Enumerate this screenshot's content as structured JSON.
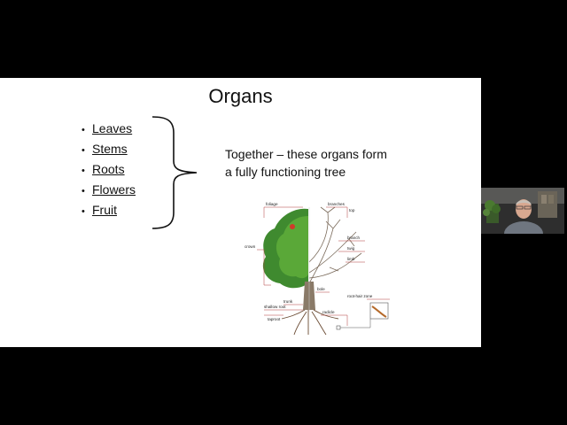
{
  "slide": {
    "title": "Organs",
    "bullets": [
      "Leaves",
      "Stems",
      "Roots",
      "Flowers",
      "Fruit"
    ],
    "bullet_char": "•",
    "together_line1": "Together – these organs form",
    "together_line2": "a fully functioning tree"
  },
  "diagram": {
    "labels": {
      "foliage": "foliage",
      "branches": "branches",
      "top": "top",
      "crown": "crown",
      "branch": "branch",
      "twig": "twig",
      "limb": "limb",
      "bole": "bole",
      "trunk": "trunk",
      "shallow_root": "shallow root",
      "taproot": "taproot",
      "radicle": "radicle",
      "root_hair_zone": "root-hair zone"
    }
  },
  "webcam": {
    "icon": "participant-video"
  },
  "colors": {
    "background": "#000000",
    "slide": "#ffffff",
    "annotation": "#b03a3a"
  }
}
